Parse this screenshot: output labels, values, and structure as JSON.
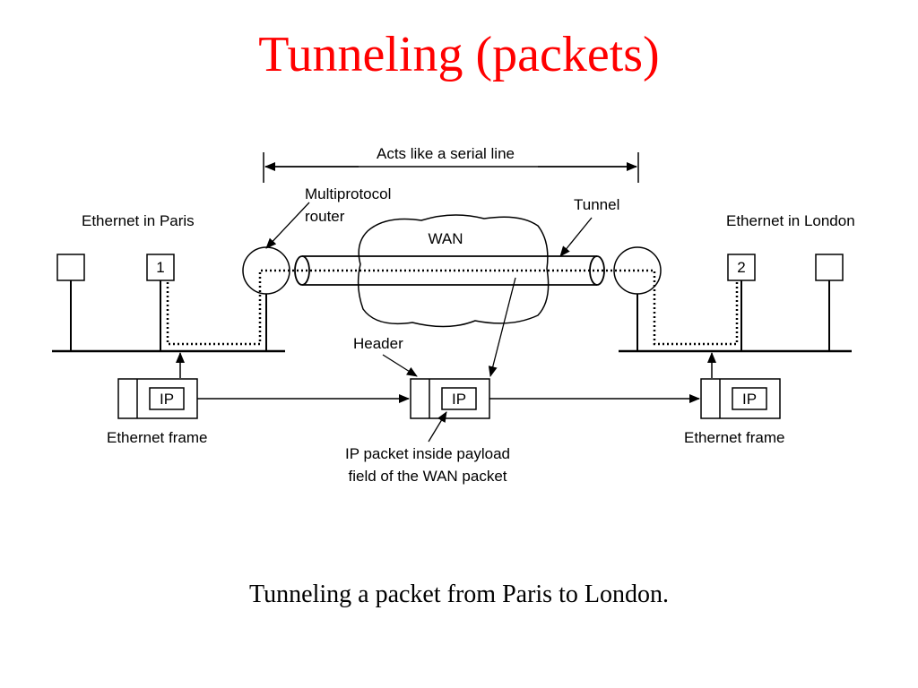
{
  "title": "Tunneling (packets)",
  "title_color": "#ff0000",
  "caption": "Tunneling a packet from Paris to London.",
  "diagram": {
    "acts_like_label": "Acts like a serial line",
    "multiprotocol_label_line1": "Multiprotocol",
    "multiprotocol_label_line2": "router",
    "tunnel_label": "Tunnel",
    "wan_label": "WAN",
    "ethernet_paris_label": "Ethernet in Paris",
    "ethernet_london_label": "Ethernet in London",
    "host_paris_number": "1",
    "host_london_number": "2",
    "header_label": "Header",
    "ip_label": "IP",
    "ethernet_frame_label_left": "Ethernet frame",
    "ethernet_frame_label_right": "Ethernet frame",
    "payload_label_line1": "IP packet inside payload",
    "payload_label_line2": "field of the WAN packet"
  }
}
